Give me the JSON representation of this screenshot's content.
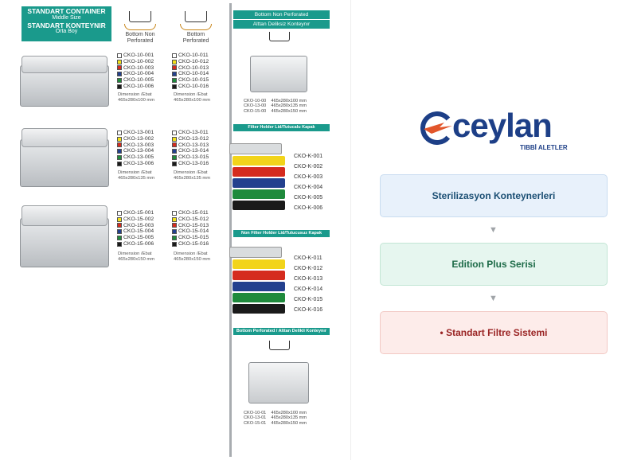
{
  "header": {
    "line1": "STANDART CONTAINER",
    "line2": "Middle Size",
    "line3": "STANDART KONTEYNIR",
    "line4": "Orta Boy"
  },
  "columns": {
    "left_title": "Bottom Non Perforated",
    "right_title": "Bottom Perforated"
  },
  "rows": [
    {
      "left": [
        "CKO-10-001",
        "CKO-10-002",
        "CKO-10-003",
        "CKO-10-004",
        "CKO-10-005",
        "CKO-10-006"
      ],
      "right": [
        "CKO-10-011",
        "CKO-10-012",
        "CKO-10-013",
        "CKO-10-014",
        "CKO-10-015",
        "CKO-10-016"
      ],
      "dim_label": "Dimension /Ebat",
      "dim_value": "465x280x100 mm"
    },
    {
      "left": [
        "CKO-13-001",
        "CKO-13-002",
        "CKO-13-003",
        "CKO-13-004",
        "CKO-13-005",
        "CKO-13-006"
      ],
      "right": [
        "CKO-13-011",
        "CKO-13-012",
        "CKO-13-013",
        "CKO-13-014",
        "CKO-13-015",
        "CKO-13-016"
      ],
      "dim_label": "Dimension /Ebat",
      "dim_value": "465x280x135 mm"
    },
    {
      "left": [
        "CKO-15-001",
        "CKO-15-002",
        "CKO-15-003",
        "CKO-15-004",
        "CKO-15-005",
        "CKO-15-006"
      ],
      "right": [
        "CKO-15-011",
        "CKO-15-012",
        "CKO-15-013",
        "CKO-15-014",
        "CKO-15-015",
        "CKO-15-016"
      ],
      "dim_label": "Dimension /Ebat",
      "dim_value": "465x280x150 mm"
    }
  ],
  "swatch_colors": [
    "#ffffff",
    "#f2e21a",
    "#d52b1e",
    "#23408e",
    "#1f8a3c",
    "#1a1a1a"
  ],
  "right_panel": {
    "bar1a": "Bottom Non Perforated",
    "bar1b": "Alttan Deliksiz Konteynır",
    "table1": [
      [
        "CKO-10-00",
        "465x280x100 mm"
      ],
      [
        "CKO-13-00",
        "465x280x135 mm"
      ],
      [
        "CKO-15-00",
        "465x280x150 mm"
      ]
    ],
    "bar2": "Filter Holder Lid/Tutucalu Kapak",
    "k_codes1": [
      "CKO-K-001",
      "CKO-K-002",
      "CKO-K-003",
      "CKO-K-004",
      "CKO-K-005",
      "CKO-K-006"
    ],
    "bar3": "Non Filter Holder Lid/Tutucusuz Kapak",
    "k_codes2": [
      "CKO-K-011",
      "CKO-K-012",
      "CKO-K-013",
      "CKO-K-014",
      "CKO-K-015",
      "CKO-K-016"
    ],
    "bar4": "Bottom Perforated / Alttan Delikli Konteynır",
    "table2": [
      [
        "CKO-10-01",
        "465x280x100 mm"
      ],
      [
        "CKO-13-01",
        "465x280x135 mm"
      ],
      [
        "CKO-15-01",
        "465x280x150 mm"
      ]
    ]
  },
  "brand": {
    "name": "ceylan",
    "tagline": "TIBBİ ALETLER",
    "color": "#1d3f87",
    "accent": "#e2562b"
  },
  "cards": [
    {
      "label": "Sterilizasyon Konteynerleri",
      "bg": "#e8f1fb",
      "border": "#c9dcf0",
      "color": "#1a4e73"
    },
    {
      "label": "Edition Plus Serisi",
      "bg": "#e6f6ef",
      "border": "#c3e6d5",
      "color": "#1d6b48"
    },
    {
      "label": "• Standart Filtre Sistemi",
      "bg": "#fdecea",
      "border": "#f2c9c4",
      "color": "#9a2424"
    }
  ],
  "flow_arrow": "▼"
}
